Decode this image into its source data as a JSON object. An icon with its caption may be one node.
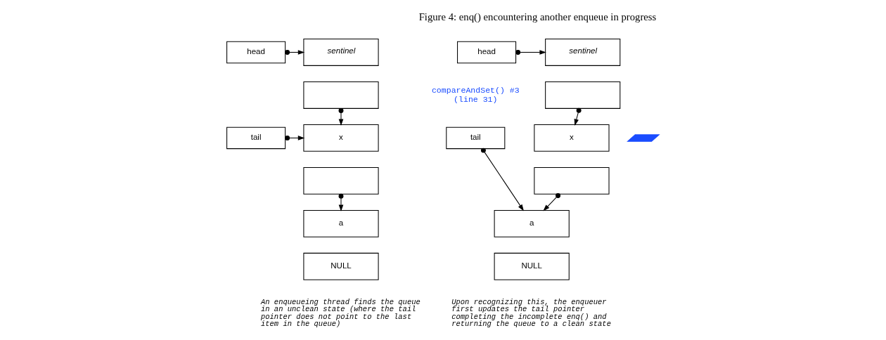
{
  "diagram": {
    "caption": "Figure 4: enq() encountering another enqueue in progress",
    "nodes": [
      {
        "text": [
          "head"
        ]
      },
      {
        "text": [
          "sentinel"
        ]
      },
      {
        "text": [],
        "shape": "box"
      },
      {
        "text": [
          "tail"
        ]
      },
      {
        "text": [
          "x"
        ]
      },
      {
        "text": [],
        "shape": "box"
      },
      {
        "text": [
          "a"
        ]
      },
      {
        "text": [
          "NULL"
        ]
      },
      {
        "text": [
          "head"
        ]
      },
      {
        "text": [
          "sentinel"
        ]
      },
      {
        "text": [],
        "shape": "box"
      },
      {
        "text": [
          "tail"
        ]
      },
      {
        "text": [
          "x"
        ]
      },
      {
        "text": [],
        "shape": "box"
      },
      {
        "text": [
          "a"
        ]
      },
      {
        "text": [
          "NULL"
        ]
      }
    ],
    "edges": [
      {
        "from": 0,
        "to": 1,
        "arrow": "to"
      },
      {
        "from": 2,
        "to": 4,
        "arrow": "to"
      },
      {
        "from": 3,
        "to": 4,
        "arrow": "to"
      },
      {
        "from": 5,
        "to": 6,
        "arrow": "to"
      },
      {
        "from": 8,
        "to": 9,
        "arrow": "to"
      },
      {
        "from": 10,
        "to": 12,
        "arrow": "to"
      },
      {
        "from": 11,
        "to": 14,
        "arrow": "to"
      },
      {
        "from": 13,
        "to": 14,
        "arrow": "to"
      }
    ],
    "labels": [
      "compareAndSet() #3 (line 31)",
      "An enqueueing thread finds the queue in an unclean state (where the tail pointer does not point to the last item in the queue)",
      "Upon recognizing this, the enqueuer first updates the tail pointer completing the incomplete enq() and returning the queue to a clean state"
    ]
  }
}
